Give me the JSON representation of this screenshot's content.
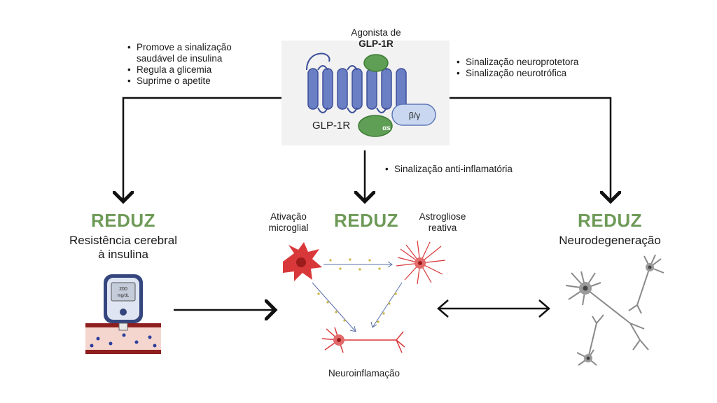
{
  "receptor": {
    "agonist_line1": "Agonista de",
    "agonist_line2": "GLP-1R",
    "label": "GLP-1R",
    "alpha_label": "αs",
    "beta_gamma_label": "β/γ"
  },
  "left_benefits": [
    "Promove a sinalização saudável de insulina",
    "Regula a glicemia",
    "Suprime o apetite"
  ],
  "right_benefits": [
    "Sinalização neuroprotetora",
    "Sinalização neurotrófica"
  ],
  "center_benefit": "Sinalização anti-inflamatória",
  "columns": [
    {
      "reduz": "REDUZ",
      "effect_line1": "Resistência cerebral",
      "effect_line2": "à insulina"
    },
    {
      "reduz": "REDUZ"
    },
    {
      "reduz": "REDUZ",
      "effect_line1": "Neurodegeneração"
    }
  ],
  "inflammation": {
    "microglia_line1": "Ativação",
    "microglia_line2": "microglial",
    "astro_line1": "Astrogliose",
    "astro_line2": "reativa",
    "bottom": "Neuroinflamação"
  },
  "glucometer": {
    "value": "200",
    "unit": "mg/dL"
  },
  "colors": {
    "accent_green": "#6e9a57",
    "receptor_blue": "#6b7fc4",
    "g_protein_green": "#5f9e55",
    "cell_red": "#d9383a",
    "neuron_gray": "#8a8a8a"
  }
}
